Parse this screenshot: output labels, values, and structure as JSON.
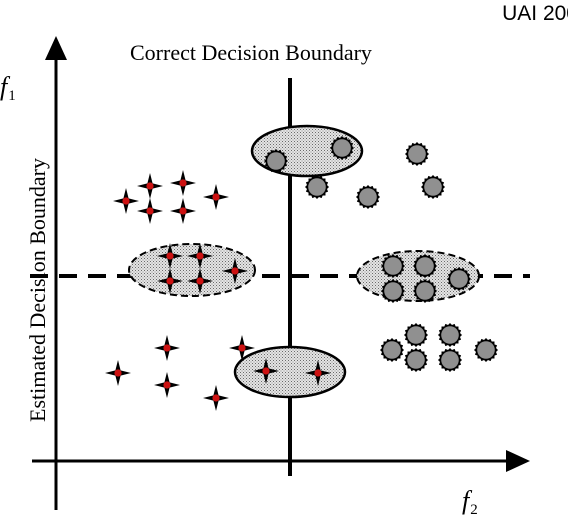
{
  "header": {
    "corner_text": "UAI 200"
  },
  "labels": {
    "correct_boundary": "Correct Decision Boundary",
    "estimated_boundary": "Estimated Decision Boundary",
    "axis_y_letter": "f",
    "axis_y_sub": "1",
    "axis_x_letter": "f",
    "axis_x_sub": "2"
  },
  "colors": {
    "circle_fill": "#909090",
    "star_center": "#cc1111",
    "ellipse_fill": "#d6d6d6",
    "ink": "#000000"
  },
  "icons": {
    "plus_class": "star-marker-icon",
    "circle_class": "gear-circle-icon"
  }
}
